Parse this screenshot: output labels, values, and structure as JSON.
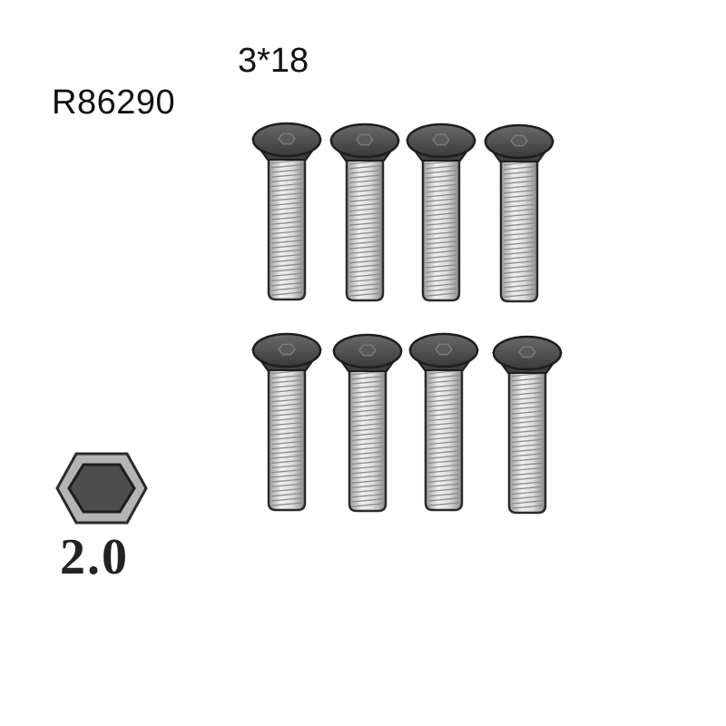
{
  "part": {
    "code": "R86290",
    "screw_size": "3*18",
    "quantity": 8
  },
  "hex_key": {
    "size": "2.0",
    "icon": "hex-socket-icon"
  },
  "screw_icon": "countersunk-hex-screw-icon",
  "colors": {
    "head": "#4a4a4a",
    "thread_light": "#e6e6e6",
    "thread_dark": "#8c8c8c",
    "outline": "#2a2a2a",
    "hex_outer": "#b4b4b4",
    "hex_inner": "#4d4d4d"
  }
}
